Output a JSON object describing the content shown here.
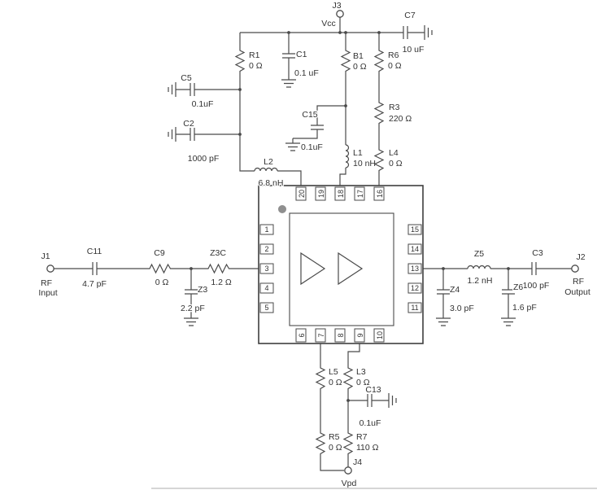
{
  "theme": {
    "line_color": "#4a4a4a",
    "text_color": "#333333",
    "background": "#ffffff"
  },
  "connectors": {
    "j3": {
      "ref": "J3",
      "net": "Vcc"
    },
    "j4": {
      "ref": "J4",
      "net": "Vpd"
    },
    "j1": {
      "ref": "J1",
      "net_line1": "RF",
      "net_line2": "Input"
    },
    "j2": {
      "ref": "J2",
      "net_line1": "RF",
      "net_line2": "Output"
    }
  },
  "components": {
    "r1": {
      "ref": "R1",
      "value": "0 Ω"
    },
    "c1": {
      "ref": "C1",
      "value": "0.1 uF"
    },
    "b1": {
      "ref": "B1",
      "value": "0 Ω"
    },
    "r6": {
      "ref": "R6",
      "value": "0 Ω"
    },
    "c7": {
      "ref": "C7",
      "value": "10 uF"
    },
    "c5": {
      "ref": "C5",
      "value": "0.1uF"
    },
    "c2": {
      "ref": "C2",
      "value": "1000 pF"
    },
    "c15": {
      "ref": "C15",
      "value": "0.1uF"
    },
    "r3": {
      "ref": "R3",
      "value": "220 Ω"
    },
    "l1": {
      "ref": "L1",
      "value": "10 nH"
    },
    "l4": {
      "ref": "L4",
      "value": "0 Ω"
    },
    "l2": {
      "ref": "L2",
      "value": "6.8 nH"
    },
    "c11": {
      "ref": "C11",
      "value": "4.7 pF"
    },
    "c9": {
      "ref": "C9",
      "value": "0 Ω"
    },
    "z3c": {
      "ref": "Z3C",
      "value": "1.2 Ω"
    },
    "z3": {
      "ref": "Z3",
      "value": "2.2 pF"
    },
    "z5": {
      "ref": "Z5",
      "value": "1.2 nH"
    },
    "c3": {
      "ref": "C3",
      "value": "100 pF"
    },
    "z4": {
      "ref": "Z4",
      "value": "3.0 pF"
    },
    "z6": {
      "ref": "Z6",
      "value": "1.6 pF"
    },
    "l5": {
      "ref": "L5",
      "value": "0 Ω"
    },
    "l3": {
      "ref": "L3",
      "value": "0 Ω"
    },
    "c13": {
      "ref": "C13",
      "value": "0.1uF"
    },
    "r5": {
      "ref": "R5",
      "value": "0 Ω"
    },
    "r7": {
      "ref": "R7",
      "value": "110 Ω"
    }
  },
  "ic": {
    "pins_top": [
      "20",
      "19",
      "18",
      "17",
      "16"
    ],
    "pins_left": [
      "1",
      "2",
      "3",
      "4",
      "5"
    ],
    "pins_right": [
      "15",
      "14",
      "13",
      "12",
      "11"
    ],
    "pins_bottom": [
      "6",
      "7",
      "8",
      "9",
      "10"
    ]
  }
}
